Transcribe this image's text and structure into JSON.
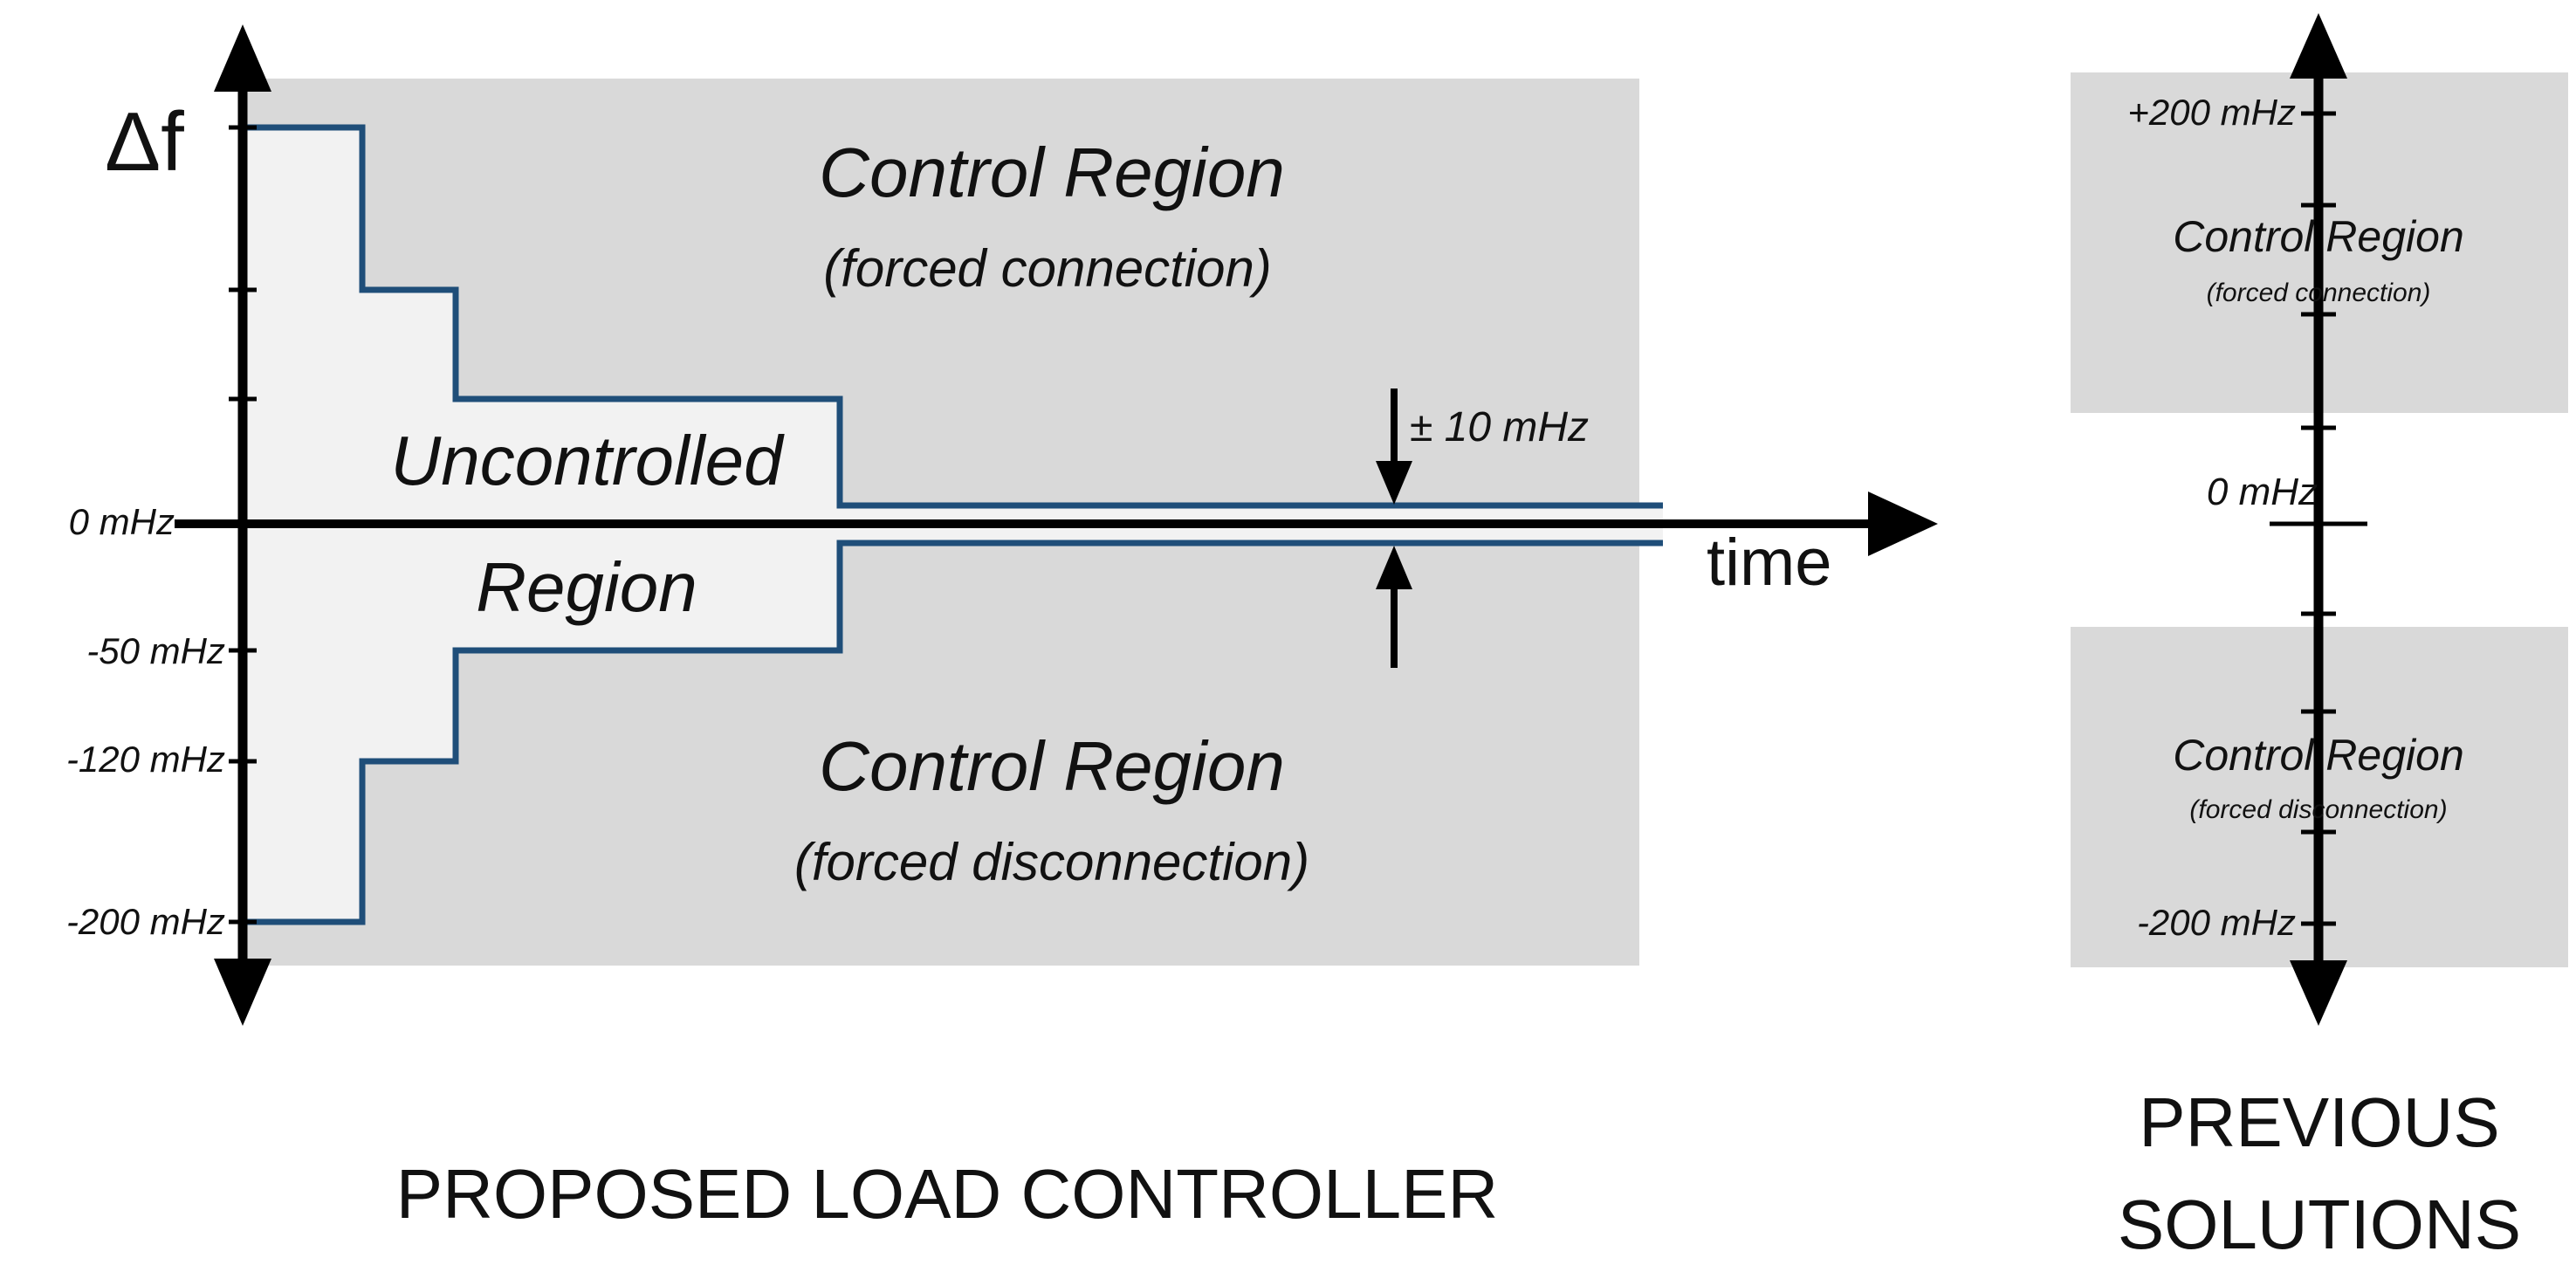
{
  "proposed": {
    "symbol": "Δf",
    "axis_ticks": {
      "zero": "0 mHz",
      "minus50": "-50 mHz",
      "minus120": "-120 mHz",
      "minus200": "-200 mHz"
    },
    "time_label": "time",
    "upper_region": {
      "title": "Control Region",
      "subtitle": "(forced connection)"
    },
    "lower_region": {
      "title": "Control Region",
      "subtitle": "(forced disconnection)"
    },
    "uncontrolled": {
      "line1": "Uncontrolled",
      "line2": "Region"
    },
    "deadband_label": "± 10 mHz",
    "caption": "PROPOSED LOAD CONTROLLER"
  },
  "previous": {
    "ticks": {
      "plus200": "+200 mHz",
      "zero": "0 mHz",
      "minus200": "-200 mHz"
    },
    "upper_region": {
      "title": "Control Region",
      "subtitle": "(forced connection)"
    },
    "lower_region": {
      "title": "Control Region",
      "subtitle": "(forced disconnection)"
    },
    "caption_line1": "PREVIOUS",
    "caption_line2": "SOLUTIONS"
  },
  "colors": {
    "region_fill": "#d9d9d9",
    "uncontrolled_fill": "#f2f2f2",
    "boundary_line": "#1f4e79",
    "axis": "#000000"
  }
}
